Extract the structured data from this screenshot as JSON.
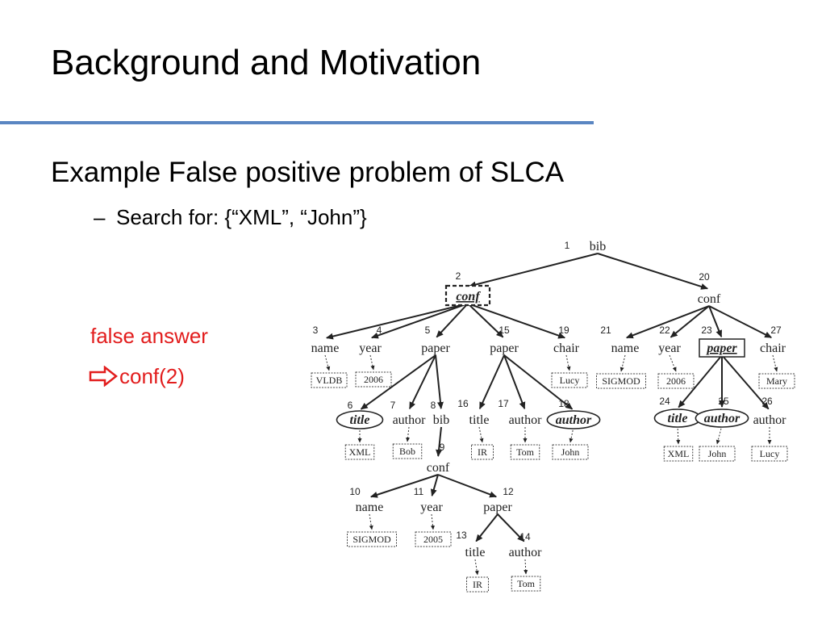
{
  "slide": {
    "title": "Background and Motivation",
    "bullet_main": "Example False positive problem of SLCA",
    "bullet_sub_dash": "–",
    "bullet_sub": "Search for: {“XML”, “John”}",
    "false_answer": "false answer",
    "conf_answer": "conf(2)"
  },
  "colors": {
    "rule": "#5a86c2",
    "highlight": "#e21d1d"
  },
  "tree": {
    "nodes": [
      {
        "id": 1,
        "num": "1",
        "label": "bib"
      },
      {
        "id": 2,
        "num": "2",
        "label": "conf",
        "style": "dashed-box"
      },
      {
        "id": 3,
        "num": "3",
        "label": "name"
      },
      {
        "id": 4,
        "num": "4",
        "label": "year"
      },
      {
        "id": 5,
        "num": "5",
        "label": "paper"
      },
      {
        "id": 6,
        "num": "6",
        "label": "title",
        "style": "ellipse"
      },
      {
        "id": 7,
        "num": "7",
        "label": "author"
      },
      {
        "id": 8,
        "num": "8",
        "label": "bib"
      },
      {
        "id": 9,
        "num": "9",
        "label": "conf"
      },
      {
        "id": 10,
        "num": "10",
        "label": "name"
      },
      {
        "id": 11,
        "num": "11",
        "label": "year"
      },
      {
        "id": 12,
        "num": "12",
        "label": "paper"
      },
      {
        "id": 13,
        "num": "13",
        "label": "title"
      },
      {
        "id": 14,
        "num": "14",
        "label": "author"
      },
      {
        "id": 15,
        "num": "15",
        "label": "paper"
      },
      {
        "id": 16,
        "num": "16",
        "label": "title"
      },
      {
        "id": 17,
        "num": "17",
        "label": "author"
      },
      {
        "id": 18,
        "num": "18",
        "label": "author",
        "style": "ellipse"
      },
      {
        "id": 19,
        "num": "19",
        "label": "chair"
      },
      {
        "id": 20,
        "num": "20",
        "label": "conf"
      },
      {
        "id": 21,
        "num": "21",
        "label": "name"
      },
      {
        "id": 22,
        "num": "22",
        "label": "year"
      },
      {
        "id": 23,
        "num": "23",
        "label": "paper",
        "style": "solid-box"
      },
      {
        "id": 24,
        "num": "24",
        "label": "title",
        "style": "ellipse"
      },
      {
        "id": 25,
        "num": "25",
        "label": "author",
        "style": "ellipse"
      },
      {
        "id": 26,
        "num": "26",
        "label": "author"
      },
      {
        "id": 27,
        "num": "27",
        "label": "chair"
      }
    ],
    "leaves": [
      {
        "parent": 3,
        "label": "VLDB"
      },
      {
        "parent": 4,
        "label": "2006"
      },
      {
        "parent": 6,
        "label": "XML"
      },
      {
        "parent": 7,
        "label": "Bob"
      },
      {
        "parent": 10,
        "label": "SIGMOD"
      },
      {
        "parent": 11,
        "label": "2005"
      },
      {
        "parent": 13,
        "label": "IR"
      },
      {
        "parent": 14,
        "label": "Tom"
      },
      {
        "parent": 16,
        "label": "IR"
      },
      {
        "parent": 17,
        "label": "Tom"
      },
      {
        "parent": 18,
        "label": "John"
      },
      {
        "parent": 19,
        "label": "Lucy"
      },
      {
        "parent": 21,
        "label": "SIGMOD"
      },
      {
        "parent": 22,
        "label": "2006"
      },
      {
        "parent": 24,
        "label": "XML"
      },
      {
        "parent": 25,
        "label": "John"
      },
      {
        "parent": 26,
        "label": "Lucy"
      },
      {
        "parent": 27,
        "label": "Mary"
      }
    ],
    "edges": [
      [
        1,
        2
      ],
      [
        1,
        20
      ],
      [
        2,
        3
      ],
      [
        2,
        4
      ],
      [
        2,
        5
      ],
      [
        2,
        15
      ],
      [
        2,
        19
      ],
      [
        5,
        6
      ],
      [
        5,
        7
      ],
      [
        5,
        8
      ],
      [
        8,
        9
      ],
      [
        9,
        10
      ],
      [
        9,
        11
      ],
      [
        9,
        12
      ],
      [
        12,
        13
      ],
      [
        12,
        14
      ],
      [
        15,
        16
      ],
      [
        15,
        17
      ],
      [
        15,
        18
      ],
      [
        20,
        21
      ],
      [
        20,
        22
      ],
      [
        20,
        23
      ],
      [
        20,
        27
      ],
      [
        23,
        24
      ],
      [
        23,
        25
      ],
      [
        23,
        26
      ]
    ]
  }
}
